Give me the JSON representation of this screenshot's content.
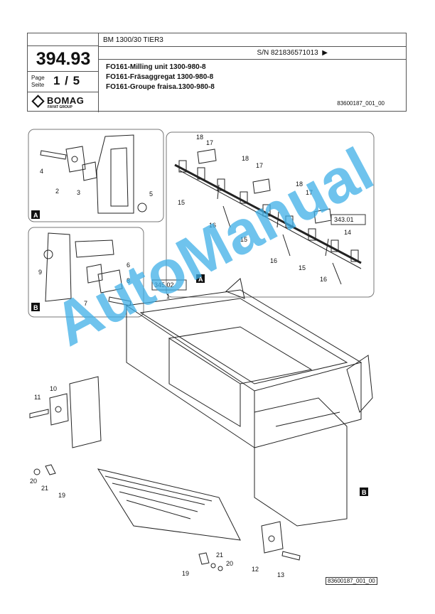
{
  "header": {
    "model": "BM 1300/30 TIER3",
    "serial": "S/N 821836571013",
    "serial_arrow": "▶",
    "page_number": "394.93",
    "page_label_de": "Page",
    "page_label_en": "Seite",
    "page_count": "1 / 5",
    "logo_text": "BOMAG",
    "logo_sub": "FAYAT GROUP",
    "title_en": "FO161-Milling unit 1300-980-8",
    "title_de": "FO161-Fräsaggregat 1300-980-8",
    "title_fr": "FO161-Groupe fraisa.1300-980-8",
    "ref_top": "83600187_001_00"
  },
  "drawing": {
    "detail_a": "A",
    "detail_b": "B",
    "ref_boxes": [
      "345.02",
      "343.01"
    ],
    "callouts": [
      "1",
      "2",
      "3",
      "4",
      "5",
      "6",
      "7",
      "8",
      "9",
      "10",
      "11",
      "12",
      "13",
      "14",
      "15",
      "16",
      "17",
      "18",
      "19",
      "20",
      "21"
    ],
    "ref_bottom": "83600187_001_00"
  },
  "watermark": "AutoManual"
}
